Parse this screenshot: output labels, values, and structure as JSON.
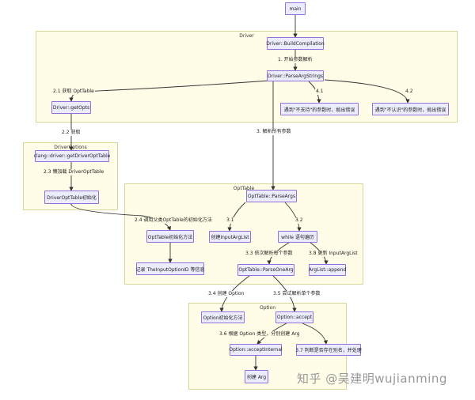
{
  "clusters": {
    "driver": "Driver",
    "driver_options": "DriverOptions",
    "opt_table": "OptTable",
    "option": "Option"
  },
  "nodes": {
    "main": "main",
    "build_compilation": "Driver::BuildCompilation",
    "parse_arg_strings": "Driver::ParseArgStrings",
    "get_opts": "Driver::getOpts",
    "unsupported_error": "遇到\"不支持\"的参数时，抛出错误",
    "unknown_error": "遇到\"不认识\"的参数时，抛出错误",
    "get_driver_opt_table": "clang::driver::getDriverOptTable",
    "driver_opt_table_init": "DriverOptTable初始化",
    "opt_table_parse_args": "OptTable::ParseArgs",
    "opt_table_init": "OptTable初始化方法",
    "create_input_arg_list": "创建InputArgList",
    "while_loop": "while 语句遍历",
    "record_input_option_id": "记录 TheInputOptionID 等信息",
    "parse_one_arg": "OptTable::ParseOneArg",
    "arg_list_append": "ArgList::append",
    "option_init": "Option初始化方法",
    "option_accept": "Option::accept",
    "accept_internal": "Option::acceptInternal",
    "alias_check": "3.7 判断是否存在别名，并处理",
    "create_arg": "创建 Arg"
  },
  "edge_labels": {
    "e1": "1. 开始参数解析",
    "e21": "2.1 获取 OptTable",
    "e41": "4.1",
    "e42": "4.2",
    "e22": "2.2 获取",
    "e3": "3. 解析所有参数",
    "e23": "2.3 懒加载 DriverOptTable",
    "e24": "2.4 调用父类OptTable的初始化方法",
    "e31": "3.1",
    "e32": "3.2",
    "e33": "3.3 依次解析每个参数",
    "e38": "3.8 更新 InputArgList",
    "e34": "3.4 创建 Option",
    "e35": "3.5 尝试解析单个参数",
    "e36": "3.6 根据 Option 类型，分别创建 Arg"
  },
  "watermark": "知乎 @吴建明wujianming"
}
